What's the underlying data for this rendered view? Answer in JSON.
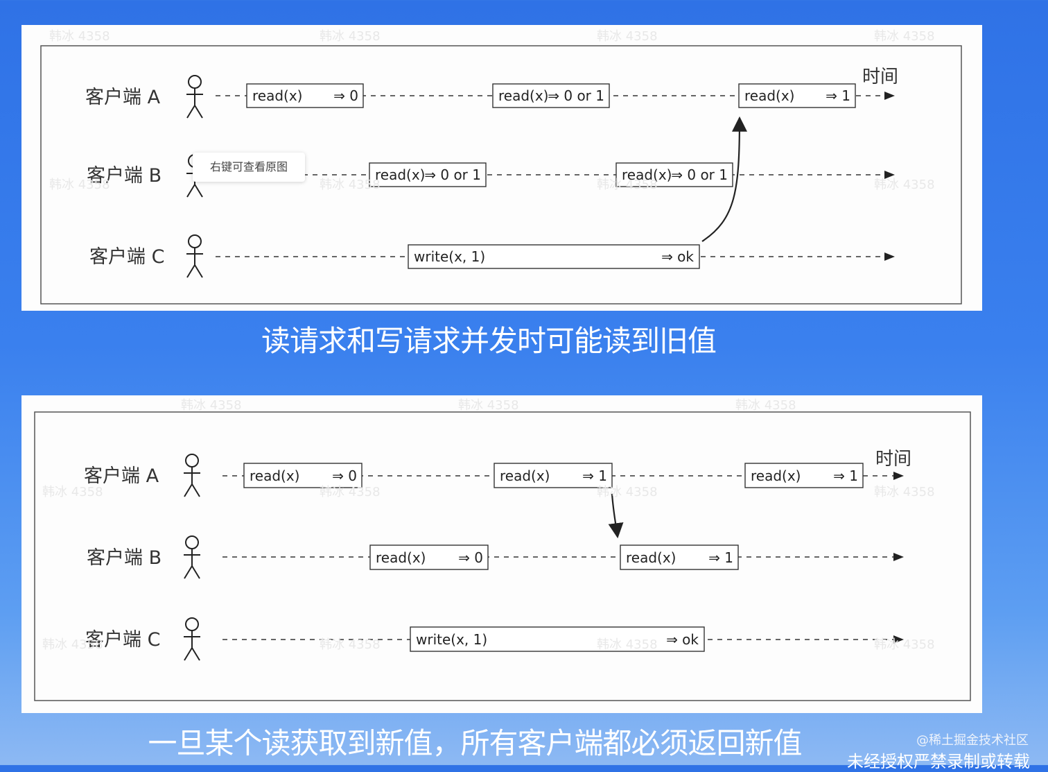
{
  "top": {
    "time_label": "时间",
    "clients": [
      {
        "label": "客户端 A"
      },
      {
        "label": "客户端 B"
      },
      {
        "label": "客户端 C"
      }
    ],
    "ops": {
      "a1_op": "read(x)",
      "a1_res": "⇒ 0",
      "a2_op": "read(x)",
      "a2_res": "⇒ 0 or 1",
      "a3_op": "read(x)",
      "a3_res": "⇒ 1",
      "b1_op": "read(x)",
      "b1_res": "⇒ 0 or 1",
      "b2_op": "read(x)",
      "b2_res": "⇒ 0 or 1",
      "c1_op": "write(x, 1)",
      "c1_res": "⇒ ok"
    },
    "caption": "读请求和写请求并发时可能读到旧值"
  },
  "bottom": {
    "time_label": "时间",
    "clients": [
      {
        "label": "客户端 A"
      },
      {
        "label": "客户端 B"
      },
      {
        "label": "客户端 C"
      }
    ],
    "ops": {
      "a1_op": "read(x)",
      "a1_res": "⇒ 0",
      "a2_op": "read(x)",
      "a2_res": "⇒ 1",
      "a3_op": "read(x)",
      "a3_res": "⇒ 1",
      "b1_op": "read(x)",
      "b1_res": "⇒ 0",
      "b2_op": "read(x)",
      "b2_res": "⇒ 1",
      "c1_op": "write(x, 1)",
      "c1_res": "⇒ ok"
    },
    "caption": "一旦某个读获取到新值，所有客户端都必须返回新值"
  },
  "tooltip": "右键可查看原图",
  "watermark_site": "@稀土掘金技术社区",
  "watermark_notice": "未经授权严禁录制或转载"
}
